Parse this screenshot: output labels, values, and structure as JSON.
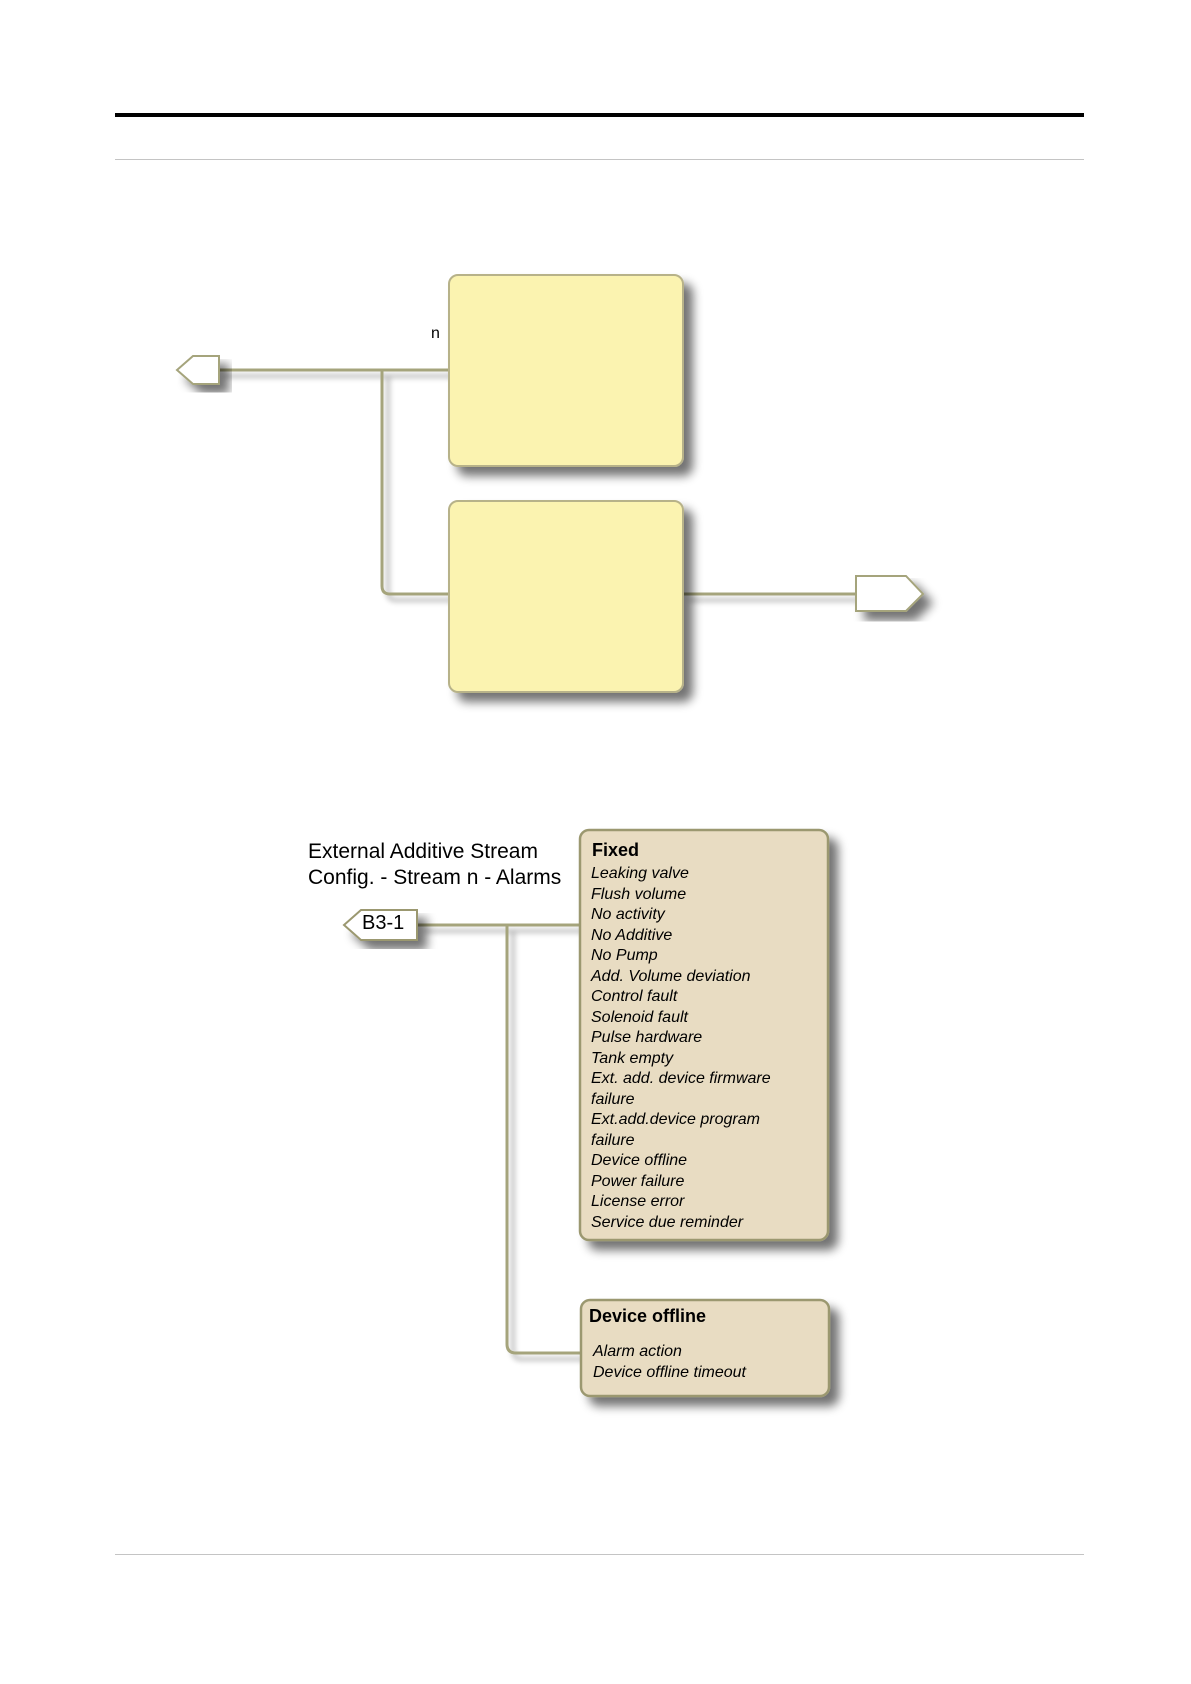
{
  "diagram_top": {
    "branch_label": "n"
  },
  "diagram_bottom": {
    "title_line1": "External Additive Stream",
    "title_line2": "Config. - Stream n - Alarms",
    "reference_tag": "B3-1",
    "fixed_box": {
      "title": "Fixed",
      "items": [
        "Leaking valve",
        "Flush volume",
        "No activity",
        "No Additive",
        "No Pump",
        "Add. Volume deviation",
        "Control fault",
        "Solenoid fault",
        "Pulse hardware",
        "Tank empty",
        "Ext. add. device firmware",
        "failure",
        "Ext.add.device program",
        "failure",
        "Device offline",
        "Power failure",
        "License error",
        "Service due reminder"
      ]
    },
    "offline_box": {
      "title": "Device offline",
      "items": [
        "Alarm action",
        "Device offline timeout"
      ]
    }
  },
  "colors": {
    "yellow_box_fill": "#fbf3b0",
    "tan_box_fill": "#e8dcc2",
    "line_stroke": "#a5a47c",
    "box_border": "#9b9870"
  }
}
